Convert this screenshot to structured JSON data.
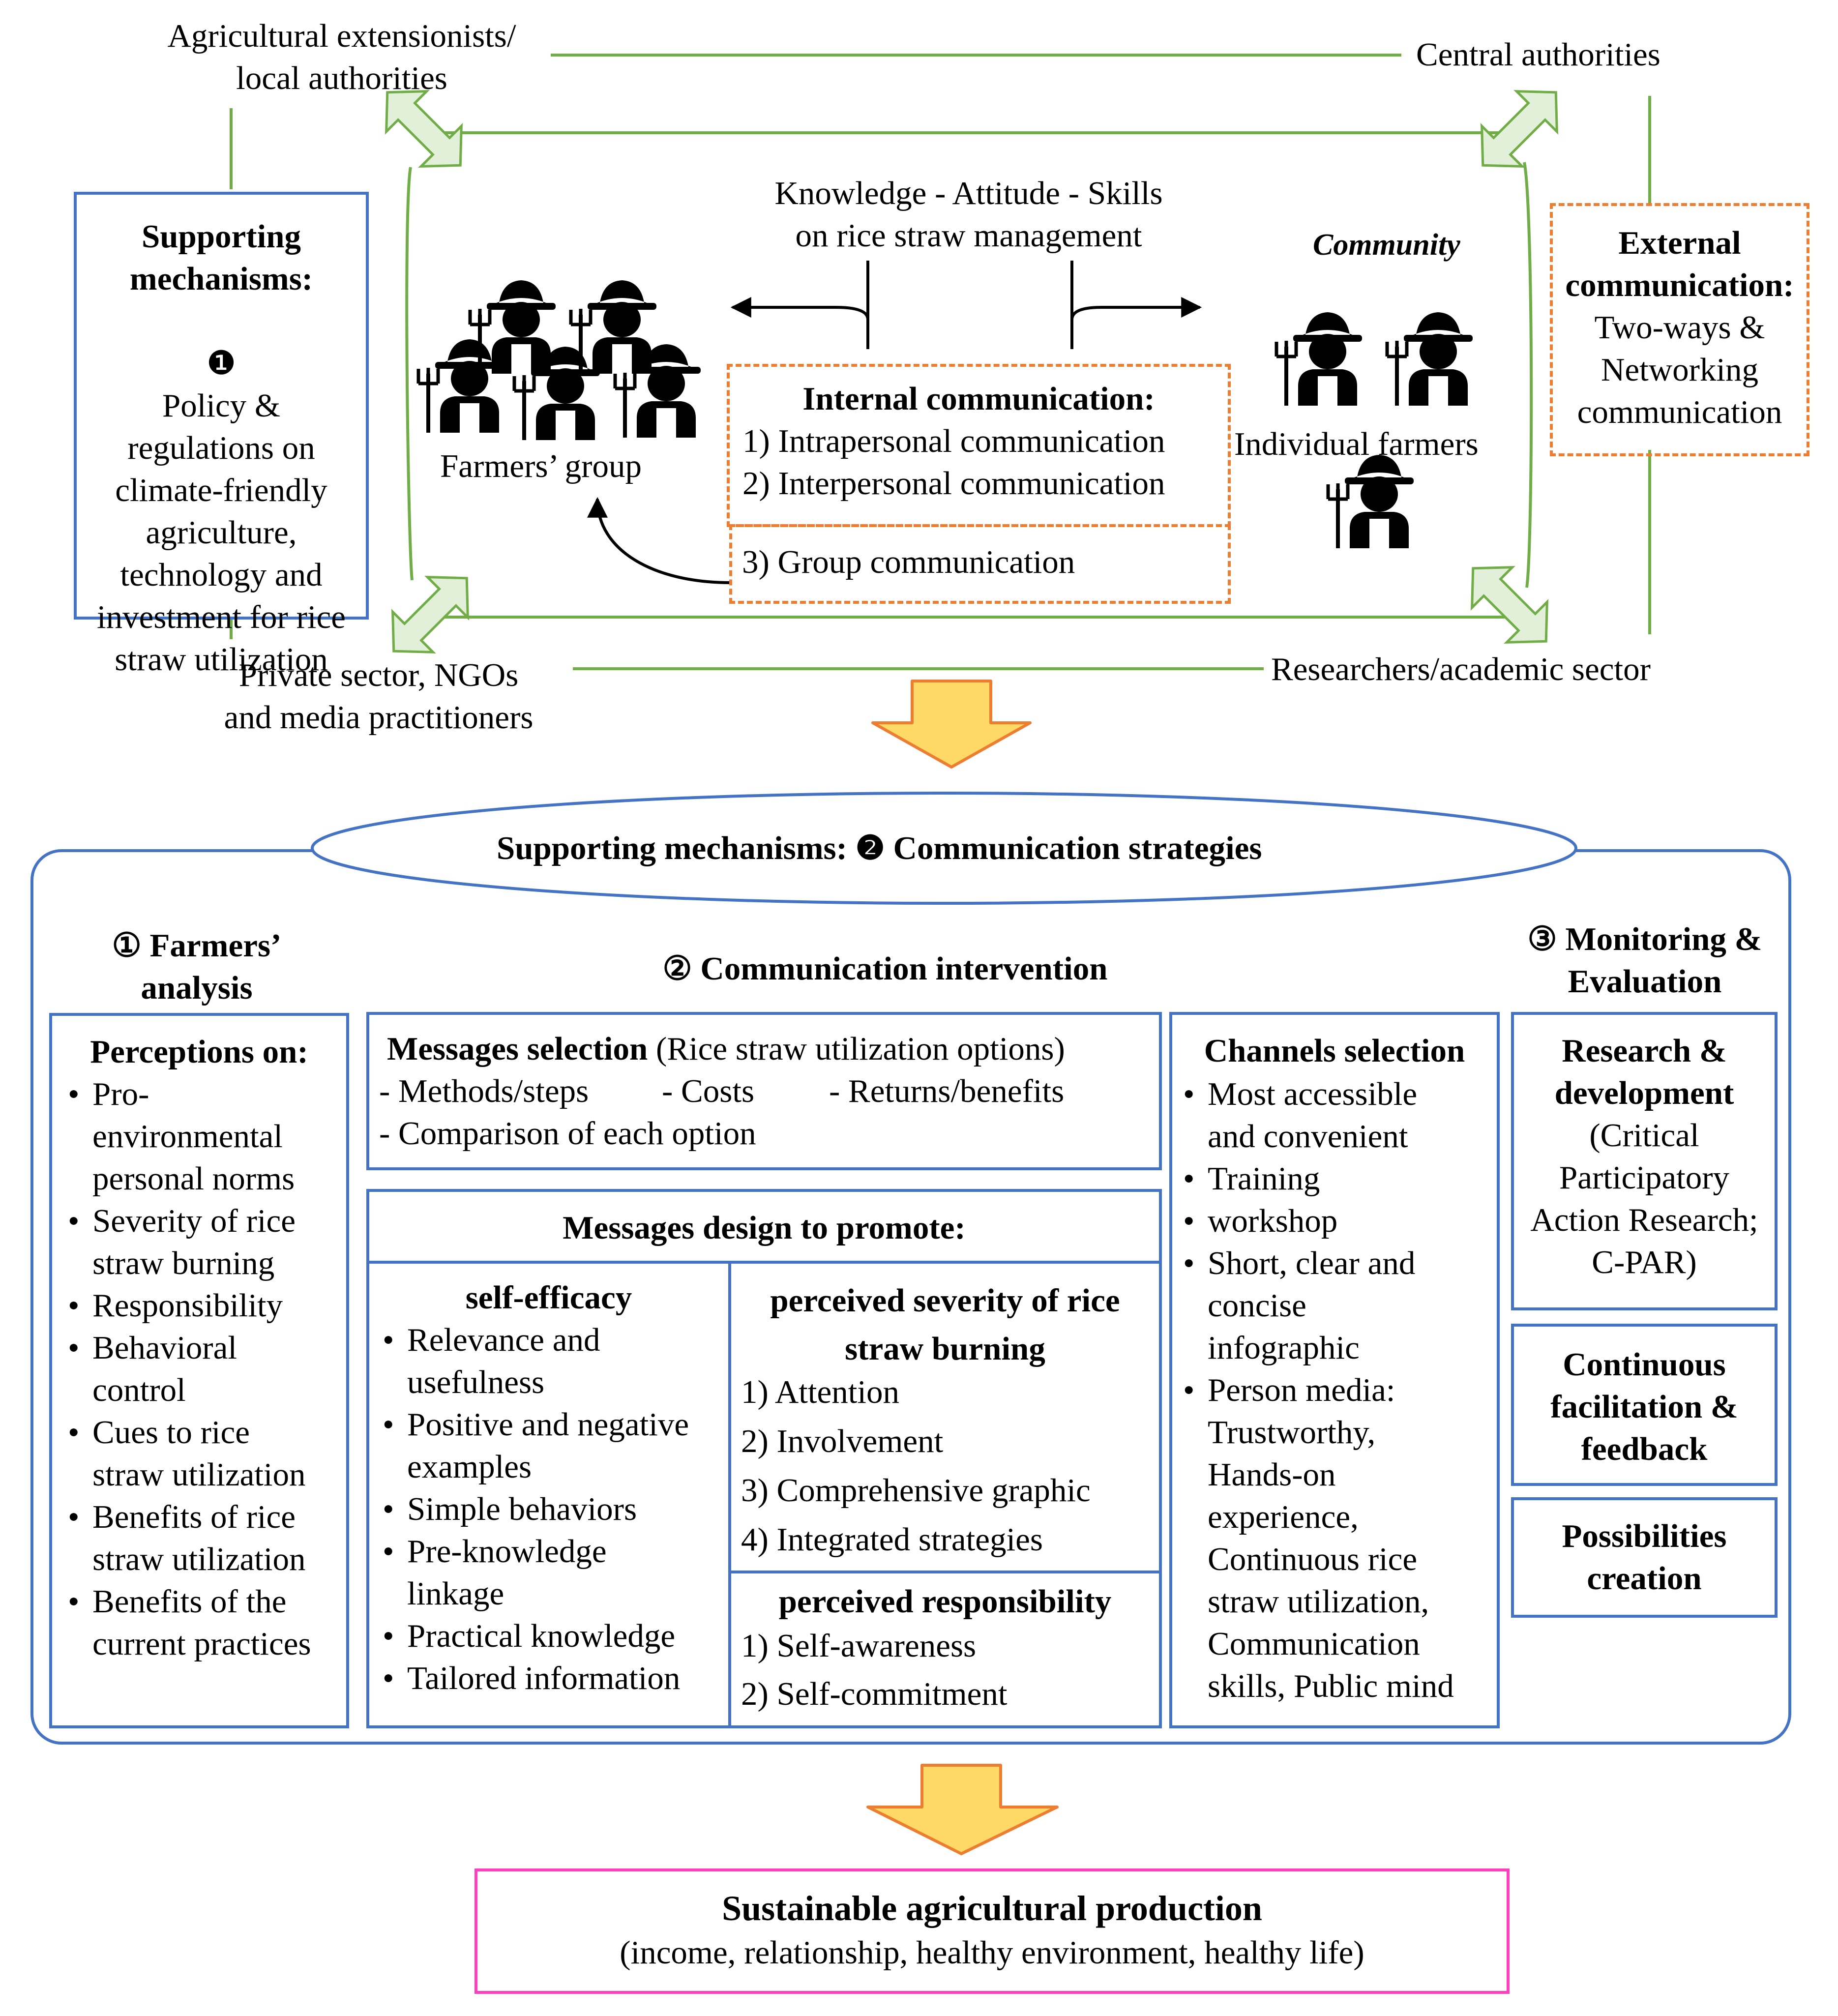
{
  "stakeholders": {
    "top_left": "Agricultural extensionists/\nlocal authorities",
    "top_right": "Central authorities",
    "bottom_left": "Private sector, NGOs\nand media practitioners",
    "bottom_right": "Researchers/academic sector"
  },
  "policy_box": {
    "title": "Supporting\nmechanisms:",
    "number": "❶",
    "text": "Policy &\nregulations on\nclimate-friendly\nagriculture,\ntechnology and\ninvestment for rice\nstraw utilization"
  },
  "external_box": {
    "title": "External\ncommunication:",
    "text": "Two-ways &\nNetworking\ncommunication"
  },
  "kas_label": "Knowledge - Attitude - Skills\non rice straw management",
  "community_label": "Community",
  "farmers_group_label": "Farmers’ group",
  "individual_farmers_label": "Individual farmers",
  "internal_box": {
    "title": "Internal communication:",
    "items": [
      "1) Intrapersonal communication",
      "2) Interpersonal communication"
    ],
    "group_item": "3) Group communication"
  },
  "strategies": {
    "header_prefix": "Supporting mechanisms:",
    "header_number": "❷",
    "header_title": "Communication strategies",
    "farmers_analysis": {
      "heading": "① Farmers’\nanalysis",
      "title": "Perceptions on:",
      "items": [
        "Pro-\nenvironmental\npersonal norms",
        "Severity of rice\nstraw burning",
        "Responsibility",
        "Behavioral\ncontrol",
        "Cues to rice\nstraw utilization",
        "Benefits of rice\nstraw utilization",
        "Benefits of the\ncurrent practices"
      ]
    },
    "intervention": {
      "heading": "② Communication intervention",
      "messages_selection": {
        "title": "Messages selection",
        "subtitle": "(Rice straw utilization options)",
        "items": [
          "- Methods/steps",
          "- Costs",
          "- Returns/benefits"
        ],
        "item_last": "- Comparison of each option"
      },
      "messages_design": {
        "title": "Messages design to promote:",
        "self_efficacy": {
          "title": "self-efficacy",
          "items": [
            "Relevance and\nusefulness",
            "Positive and negative\nexamples",
            "Simple behaviors",
            "Pre-knowledge\nlinkage",
            "Practical knowledge",
            "Tailored information"
          ]
        },
        "severity": {
          "title": "perceived severity of rice\nstraw burning",
          "items": [
            "1) Attention",
            "2) Involvement",
            "3) Comprehensive graphic",
            "4) Integrated strategies"
          ]
        },
        "responsibility": {
          "title": "perceived responsibility",
          "items": [
            "1) Self-awareness",
            "2) Self-commitment"
          ]
        }
      },
      "channels": {
        "title": "Channels selection",
        "items": [
          "Most accessible\nand convenient",
          "Training",
          "workshop",
          "Short, clear and\nconcise\ninfographic",
          "Person media:\nTrustworthy,\nHands-on\nexperience,\nContinuous rice\nstraw utilization,\nCommunication\nskills, Public mind"
        ]
      }
    },
    "monitoring": {
      "heading": "③ Monitoring &\nEvaluation",
      "rd_title": "Research &\ndevelopment",
      "rd_text": "(Critical\nParticipatory\nAction Research;\nC-PAR)",
      "facilitation": "Continuous\nfacilitation &\nfeedback",
      "possibilities": "Possibilities\ncreation"
    }
  },
  "outcome": {
    "title": "Sustainable agricultural production",
    "subtitle": "(income, relationship, healthy environment, healthy life)"
  },
  "colors": {
    "green": "#70AD47",
    "green_fill": "#E2F0D9",
    "blue": "#4472C4",
    "orange": "#ED7D31",
    "arrow_fill": "#FFD966",
    "pink": "#FF3FBF"
  }
}
